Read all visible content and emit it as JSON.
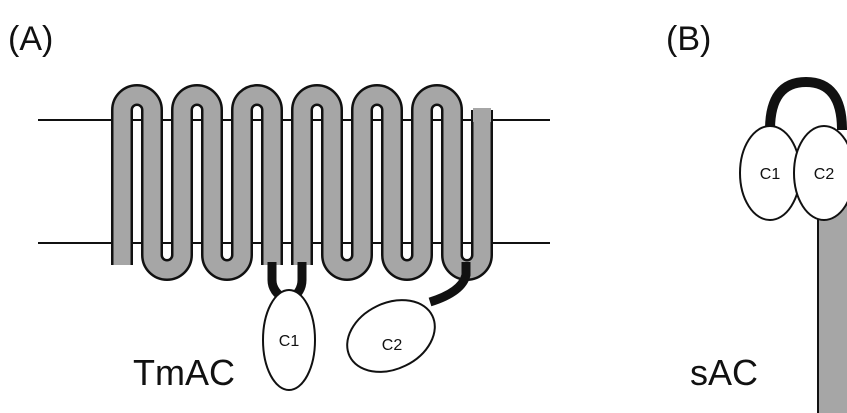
{
  "panels": [
    {
      "label": "(A)",
      "protein": "TmAC",
      "domains": [
        "C1",
        "C2"
      ]
    },
    {
      "label": "(B)",
      "protein": "sAC",
      "domains": [
        "C1",
        "C2"
      ]
    }
  ],
  "colors": {
    "helix_fill": "#a6a6a6",
    "outline": "#111111",
    "linker": "#111111",
    "membrane": "#111111",
    "domain_fill": "#ffffff"
  }
}
